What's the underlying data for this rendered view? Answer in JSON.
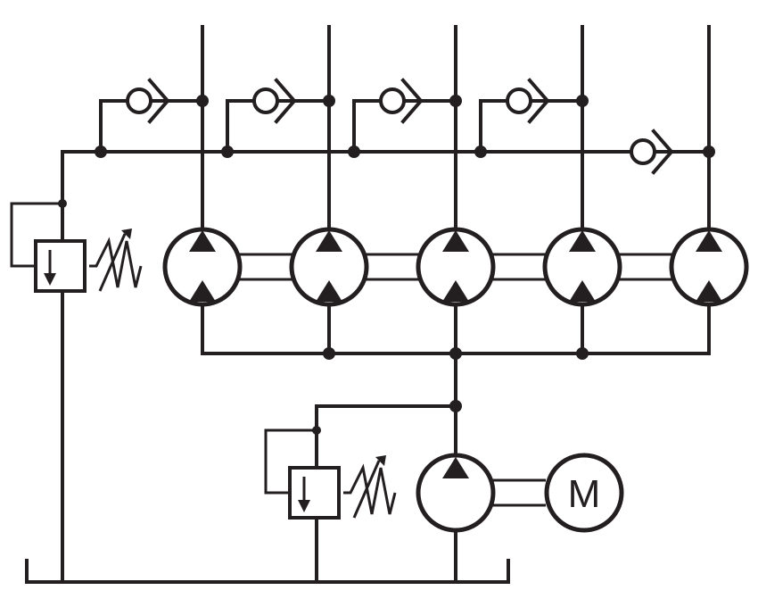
{
  "diagram": {
    "motor": {
      "label": "M"
    },
    "colors": {
      "ink": "#231f20",
      "background": "#ffffff"
    },
    "components": {
      "flow_divider_motors": 5,
      "check_valves": 5,
      "relief_valves": 2,
      "supply_pump": 1,
      "electric_motor": 1,
      "tank": 1
    }
  }
}
